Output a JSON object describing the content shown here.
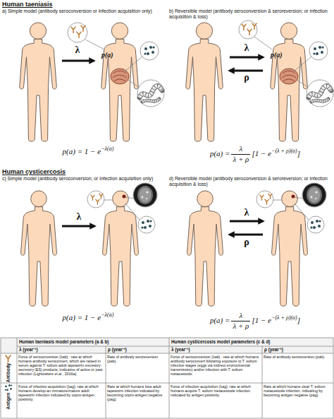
{
  "diagram": {
    "labels": [
      "Human taeniasis",
      "a) Simple model (antibody seroconversion or infection acquisition only)",
      "b) Reversible model (antibody seroconversion & seroreversion; or infection acquisition & loss)",
      "λ",
      "p(a)",
      "p(a) = 1 − e",
      "−λ(a)",
      "λ",
      "ρ",
      "p(a)",
      "p(a) =",
      "λ",
      "λ + ρ",
      "[1 − e",
      "−(λ + ρ)(a)",
      "]",
      "Human cysticercosis",
      "c) Simple model (antibody seroconversion; or infection acquisition only)",
      "d) Reversible model (antibody seroconversion & seroreversion; or infection acquisition & loss)",
      "λ",
      "p(a) = 1 − e",
      "−λ(a)",
      "λ",
      "ρ",
      "p(a) =",
      "λ",
      "λ + ρ",
      "[1 − e",
      "−(λ + ρ)(a)",
      "]",
      "Human taeniasis model parameters (a & b)",
      "Human cysticercosis model parameters (c & d)",
      "λ (year⁻¹)",
      "ρ (year⁻¹)",
      "λ (year⁻¹)",
      "ρ (year⁻¹)",
      "Antibody",
      "Force of seroconversion (λab) : rate at which humans antibody seroconvert, which are raised in serum against T. solium adult tapeworm excretory-secretory (ES) products, indicative of active or past infection (Lightowlers et al., 2016a).",
      "Rate of antibody seroreversion (ρab)",
      "Force of seroconversion (λab) : rate at which humans antibody seroconvert following exposure to T. solium infective stages (eggs via indirect environmental transmission) and/or infection with T. solium metacestode.",
      "Rate of antibody seroreversion (ρab).",
      "Antigen",
      "Force of infection acquisition (λag): rate at which humans develop an immature/mature adult tapeworm infection indicated by copro-antigen positivity.",
      "Rate at which humans lose adult tapeworm infection indicated by becoming copro-antigen negative (ρag).",
      "Force of infection acquisition (λag): rate at which humans acquire T. solium metacestode infection indicated by antigen positivity.",
      "Rate at which humans clear T. solium metacestode infection, indicating by becoming antigen negative (ρag)."
    ]
  }
}
